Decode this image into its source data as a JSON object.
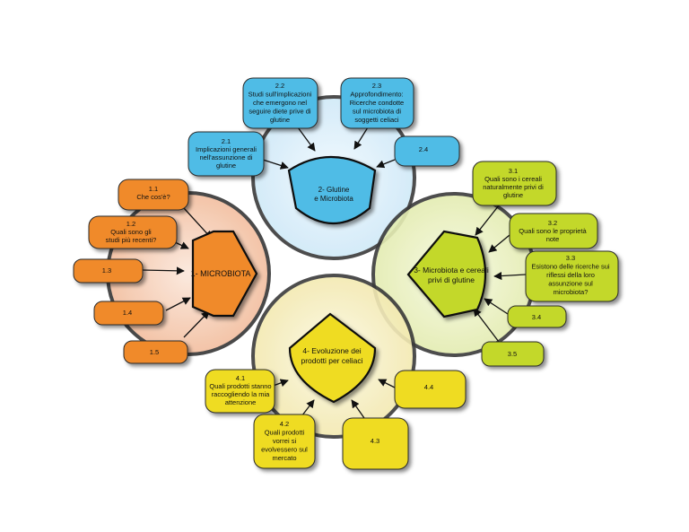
{
  "colors": {
    "orange": "#f08a2a",
    "blue": "#4fbce6",
    "green": "#c3d82a",
    "yellow": "#efdc24",
    "circle_orange": "#f7d0ba",
    "circle_blue": "#dbeffa",
    "circle_green": "#eef3c9",
    "circle_yellow": "#f8f2c8"
  },
  "hubs": {
    "microbiota": [
      "1- MICROBIOTA"
    ],
    "glutine": [
      "2- Glutine",
      "e Microbiota"
    ],
    "cereali": [
      "3- Microbiota e cereali",
      "privi di glutine"
    ],
    "evoluzione": [
      "4- Evoluzione dei",
      "prodotti per celiaci"
    ]
  },
  "nodes": {
    "n1_1": [
      "1.1",
      "Che cos'è?"
    ],
    "n1_2": [
      "1.2",
      "Quali sono gli",
      "studi più recenti?"
    ],
    "n1_3": [
      "1.3"
    ],
    "n1_4": [
      "1.4"
    ],
    "n1_5": [
      "1.5"
    ],
    "n2_1": [
      "2.1",
      "Implicazioni generali",
      "nell'assunzione di",
      "glutine"
    ],
    "n2_2": [
      "2.2",
      "Studi sull'implicazioni",
      "che emergono nel",
      "seguire diete prive di",
      "glutine"
    ],
    "n2_3": [
      "2.3",
      "Approfondimento:",
      "Ricerche condotte",
      "sul microbiota di",
      "soggetti celiaci"
    ],
    "n2_4": [
      "2.4"
    ],
    "n3_1": [
      "3.1",
      "Quali sono i cereali",
      "naturalmente privi di",
      "glutine"
    ],
    "n3_2": [
      "3.2",
      "Quali sono le proprietà",
      "note"
    ],
    "n3_3": [
      "3.3",
      "Esistono delle ricerche sui",
      "riflessi della loro",
      "assunzione sul",
      "microbiota?"
    ],
    "n3_4": [
      "3.4"
    ],
    "n3_5": [
      "3.5"
    ],
    "n4_1": [
      "4.1",
      "Quali prodotti stanno",
      "raccogliendo la mia",
      "attenzione"
    ],
    "n4_2": [
      "4.2",
      "Quali prodotti",
      "vorrei si",
      "evolvessero sul",
      "mercato"
    ],
    "n4_3": [
      "4.3"
    ],
    "n4_4": [
      "4.4"
    ]
  }
}
